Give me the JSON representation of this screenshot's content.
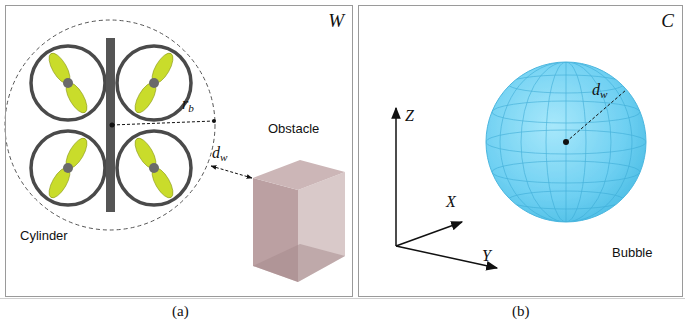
{
  "diagram": {
    "nodes": [
      {
        "text": [
          "W"
        ]
      },
      {
        "text": [
          "C"
        ]
      }
    ],
    "labels": [
      "rb",
      "dw",
      "Obstacle",
      "Cylinder",
      "Z",
      "X",
      "Y",
      "dw",
      "Bubble",
      "(a)",
      "(b)"
    ]
  }
}
